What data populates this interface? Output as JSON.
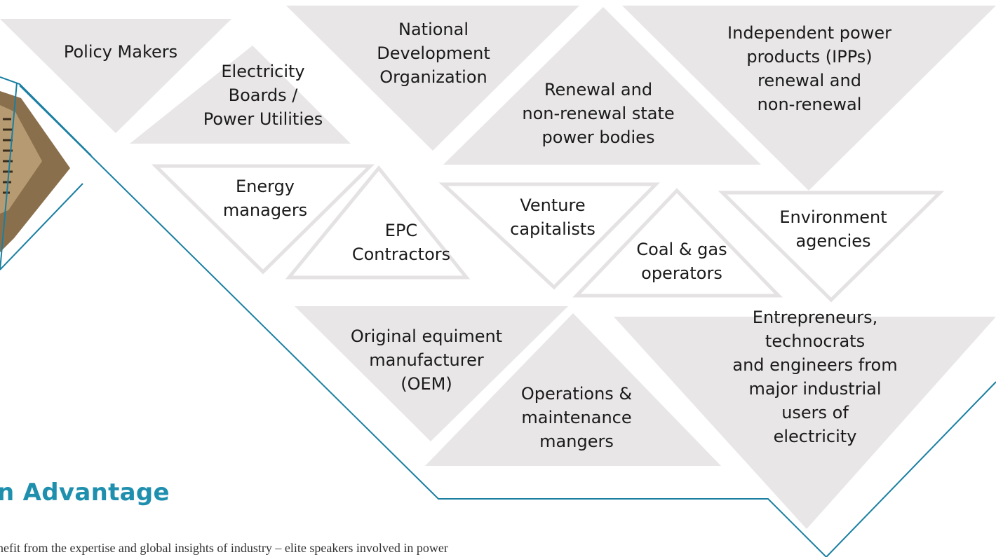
{
  "colors": {
    "triangle_fill": "#e8e6e6",
    "triangle_outline": "#e4e2e2",
    "accent_line": "#1a7fa1",
    "heading": "#1f8fae",
    "photo": "#8a6f4c"
  },
  "diagram": {
    "nodes": [
      {
        "id": "policy-makers",
        "label": "Policy Makers"
      },
      {
        "id": "electricity-boards",
        "label": "Electricity\nBoards /\nPower Utilities"
      },
      {
        "id": "national-development",
        "label": "National\nDevelopment\nOrganization"
      },
      {
        "id": "state-power-bodies",
        "label": "Renewal and\nnon-renewal state\npower bodies"
      },
      {
        "id": "ipps",
        "label": "Independent power\nproducts (IPPs)\nrenewal and\nnon-renewal"
      },
      {
        "id": "energy-managers",
        "label": "Energy\nmanagers"
      },
      {
        "id": "epc-contractors",
        "label": "EPC\nContractors"
      },
      {
        "id": "venture-capitalists",
        "label": "Venture\ncapitalists"
      },
      {
        "id": "coal-gas-operators",
        "label": "Coal & gas\noperators"
      },
      {
        "id": "environment-agencies",
        "label": "Environment\nagencies"
      },
      {
        "id": "oem",
        "label": "Original equiment\nmanufacturer\n(OEM)"
      },
      {
        "id": "om-managers",
        "label": "Operations &\nmaintenance\nmangers"
      },
      {
        "id": "entrepreneurs",
        "label": "Entrepreneurs, technocrats\nand engineers from\nmajor industrial users of\nelectricity"
      }
    ]
  },
  "section": {
    "heading": "n Advantage",
    "body": "nefit from the expertise and global insights of industry – elite speakers involved in power"
  }
}
